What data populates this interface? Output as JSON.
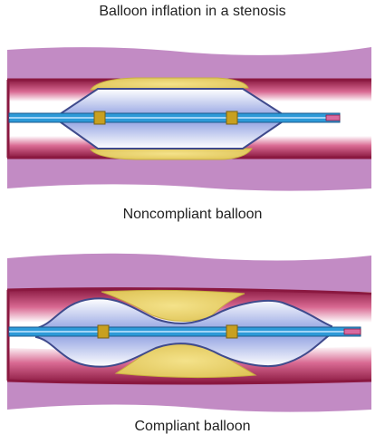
{
  "title": "Balloon inflation in a stenosis",
  "panels": [
    {
      "id": "noncompliant",
      "caption": "Noncompliant balloon"
    },
    {
      "id": "compliant",
      "caption": "Compliant balloon"
    }
  ],
  "colors": {
    "tissue": "#c28bc4",
    "vessel_wall": "#8a1840",
    "vessel_wall_light": "#d96a93",
    "lumen": "#ffffff",
    "plaque": "#e9d36a",
    "plaque_edge": "#c8b040",
    "balloon_edge": "#3f4a8c",
    "balloon_fill_light": "#ffffff",
    "balloon_fill_dark": "#7d8fd6",
    "catheter": "#2d9ad8",
    "marker": "#c8a020"
  }
}
